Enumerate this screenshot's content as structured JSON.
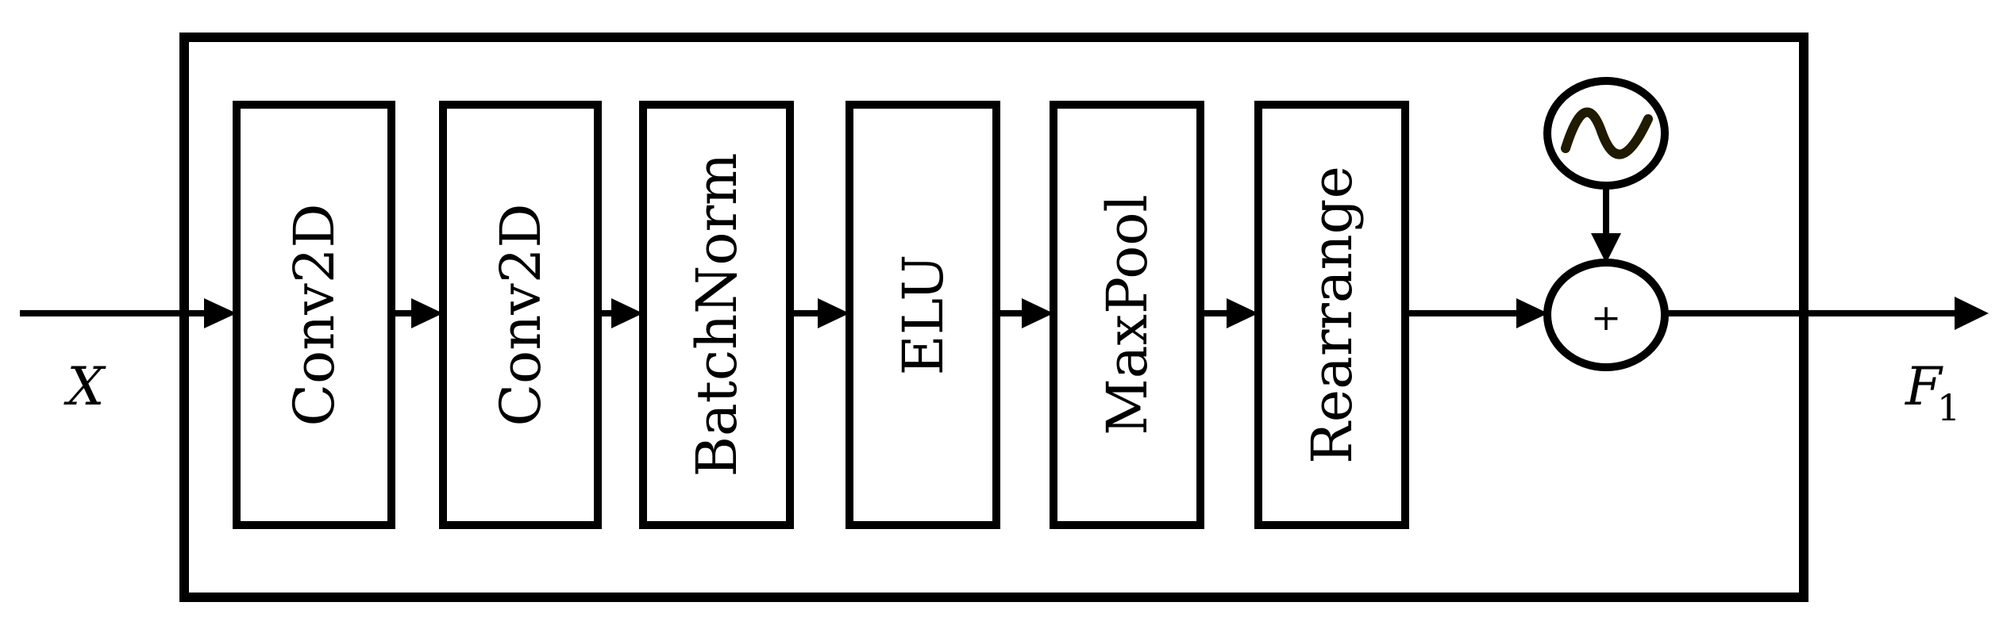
{
  "diagram": {
    "input_label": "X",
    "output_label": "F",
    "output_subscript": "1",
    "blocks": [
      {
        "label": "Conv2D"
      },
      {
        "label": "Conv2D"
      },
      {
        "label": "BatchNorm"
      },
      {
        "label": "ELU"
      },
      {
        "label": "MaxPool"
      },
      {
        "label": "Rearrange"
      }
    ],
    "adder_symbol": "+",
    "positional_source_icon": "sine-wave-icon",
    "colors": {
      "stroke": "#000000",
      "background": "#ffffff",
      "wave": "#1f1a00"
    }
  }
}
